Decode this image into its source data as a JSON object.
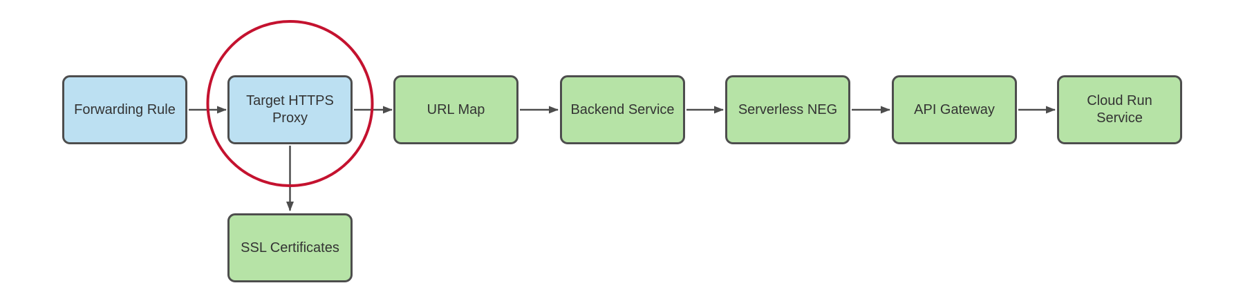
{
  "diagram": {
    "nodes": [
      {
        "id": "forwarding-rule",
        "label": "Forwarding Rule",
        "fill": "blue",
        "highlighted": false
      },
      {
        "id": "target-https-proxy",
        "label": "Target HTTPS Proxy",
        "fill": "blue",
        "highlighted": true
      },
      {
        "id": "url-map",
        "label": "URL Map",
        "fill": "green",
        "highlighted": false
      },
      {
        "id": "backend-service",
        "label": "Backend Service",
        "fill": "green",
        "highlighted": false
      },
      {
        "id": "serverless-neg",
        "label": "Serverless NEG",
        "fill": "green",
        "highlighted": false
      },
      {
        "id": "api-gateway",
        "label": "API Gateway",
        "fill": "green",
        "highlighted": false
      },
      {
        "id": "cloud-run-service",
        "label": "Cloud Run Service",
        "fill": "green",
        "highlighted": false
      },
      {
        "id": "ssl-certificates",
        "label": "SSL Certificates",
        "fill": "green",
        "highlighted": false
      }
    ],
    "edges": [
      {
        "from": "Forwarding Rule",
        "to": "Target HTTPS Proxy",
        "direction": "right"
      },
      {
        "from": "Target HTTPS Proxy",
        "to": "URL Map",
        "direction": "right"
      },
      {
        "from": "URL Map",
        "to": "Backend Service",
        "direction": "right"
      },
      {
        "from": "Backend Service",
        "to": "Serverless NEG",
        "direction": "right"
      },
      {
        "from": "Serverless NEG",
        "to": "API Gateway",
        "direction": "right"
      },
      {
        "from": "API Gateway",
        "to": "Cloud Run Service",
        "direction": "right"
      },
      {
        "from": "Target HTTPS Proxy",
        "to": "SSL Certificates",
        "direction": "down"
      }
    ],
    "annotation": {
      "shape": "circle",
      "around": "Target HTTPS Proxy",
      "purpose": "highlight"
    }
  },
  "colors": {
    "background": "#ffffff",
    "blue_fill": "#bce0f2",
    "green_fill": "#b6e3a6",
    "node_border": "#4d4d4d",
    "node_text": "#333333",
    "connector": "#4d4d4d",
    "highlight": "#c4122f"
  }
}
